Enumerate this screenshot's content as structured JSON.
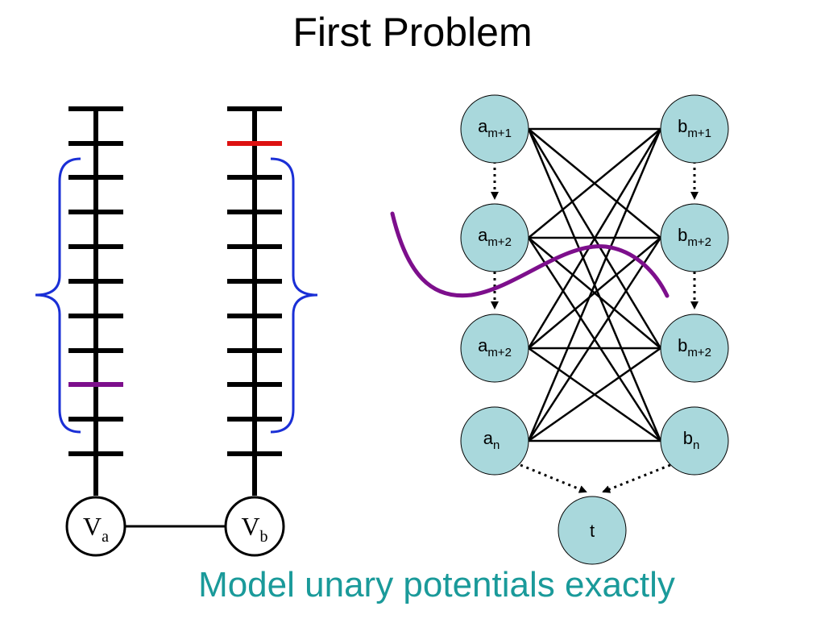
{
  "slide": {
    "title": "First Problem",
    "caption": "Model unary potentials exactly"
  },
  "colors": {
    "node_fill": "#a9d8dc",
    "brace": "#1a2fd6",
    "cut": "#7d0f8c",
    "highlight_red": "#dd1111",
    "caption": "#1a9a9a"
  },
  "variables": [
    {
      "id": "Va",
      "base": "V",
      "sub": "a",
      "label": "Va"
    },
    {
      "id": "Vb",
      "base": "V",
      "sub": "b",
      "label": "Vb"
    }
  ],
  "graph": {
    "left_nodes": [
      {
        "id": "a1",
        "base": "a",
        "sub": "m+1"
      },
      {
        "id": "a2",
        "base": "a",
        "sub": "m+2"
      },
      {
        "id": "a3",
        "base": "a",
        "sub": "m+2"
      },
      {
        "id": "a4",
        "base": "a",
        "sub": "n"
      }
    ],
    "right_nodes": [
      {
        "id": "b1",
        "base": "b",
        "sub": "m+1"
      },
      {
        "id": "b2",
        "base": "b",
        "sub": "m+2"
      },
      {
        "id": "b3",
        "base": "b",
        "sub": "m+2"
      },
      {
        "id": "b4",
        "base": "b",
        "sub": "n"
      }
    ],
    "sink": {
      "id": "t",
      "label": "t"
    }
  }
}
